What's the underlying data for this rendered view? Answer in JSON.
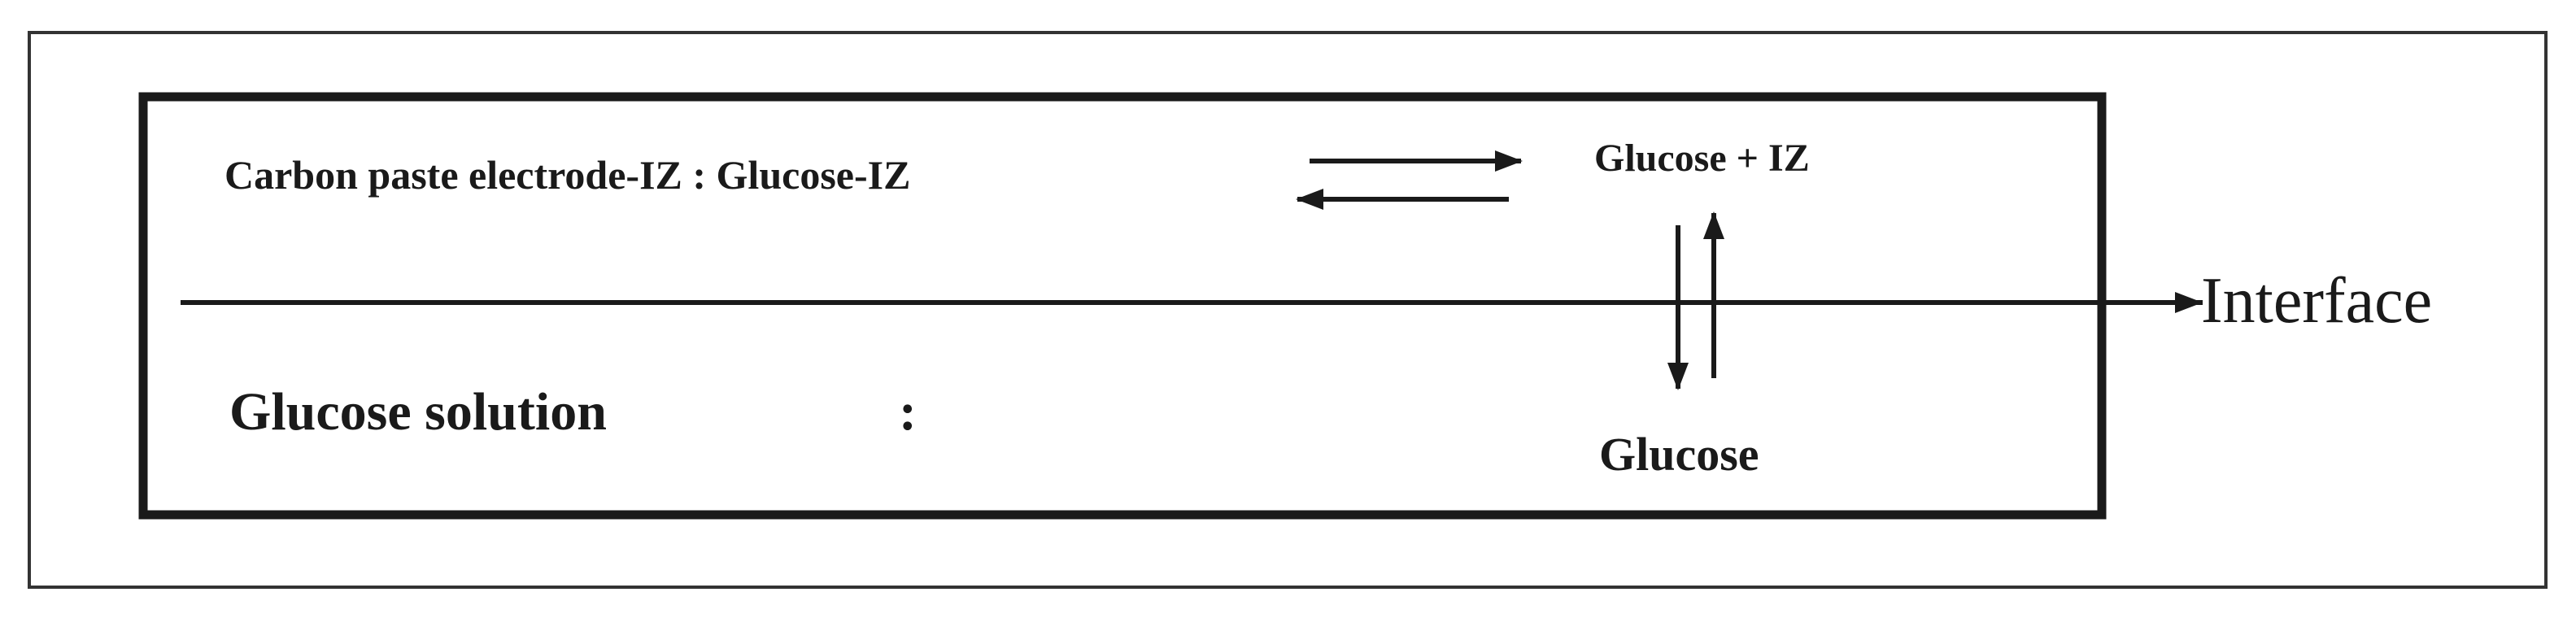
{
  "labels": {
    "electrode_equilibrium": "Carbon paste electrode-IZ : Glucose-IZ",
    "complex_products": "Glucose + IZ",
    "solution": "Glucose solution",
    "solution_colon": ":",
    "glucose_bulk": "Glucose",
    "interface": "Interface"
  }
}
